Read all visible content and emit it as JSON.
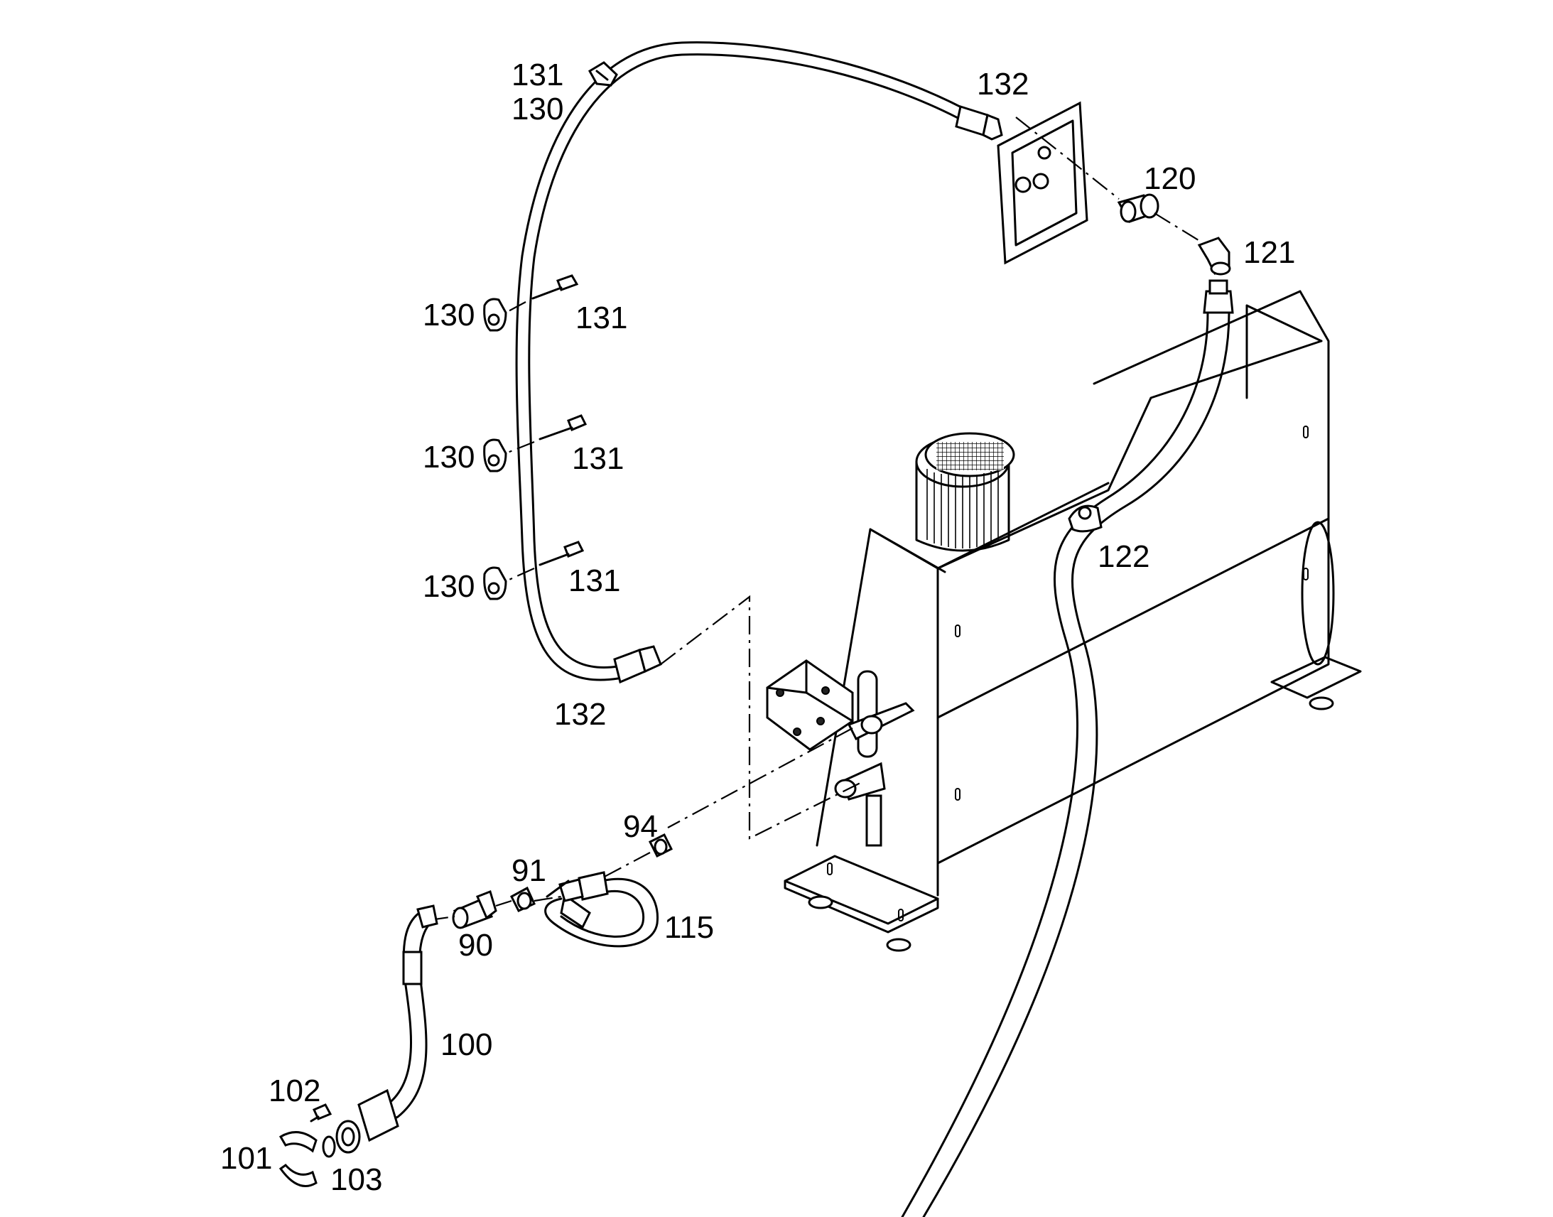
{
  "callouts": {
    "c131_top": "131",
    "c130_top": "130",
    "c132_top": "132",
    "c120": "120",
    "c121": "121",
    "c130_a": "130",
    "c131_a": "131",
    "c130_b": "130",
    "c131_b": "131",
    "c130_c": "130",
    "c131_c": "131",
    "c122": "122",
    "c132_bottom": "132",
    "c94": "94",
    "c91": "91",
    "c90": "90",
    "c115": "115",
    "c100": "100",
    "c102": "102",
    "c101": "101",
    "c103": "103"
  }
}
